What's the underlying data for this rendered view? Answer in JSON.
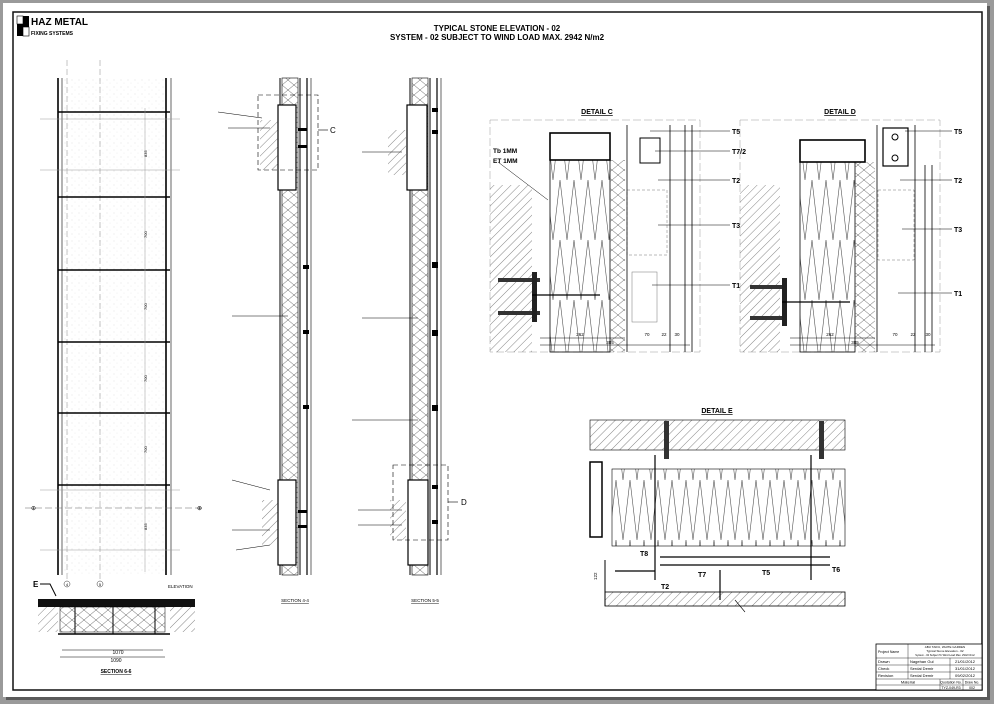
{
  "logo": {
    "name": "HAZ METAL",
    "tagline": "FIXING SYSTEMS"
  },
  "title": {
    "line1": "TYPICAL STONE ELEVATION - 02",
    "line2": "SYSTEM - 02 SUBJECT TO WIND LOAD MAX. 2942 N/m2"
  },
  "elevation": {
    "label": "ELEVATION",
    "grid_markers": [
      "4",
      "5"
    ],
    "dims": [
      "835",
      "700",
      "700",
      "700",
      "700",
      "835"
    ],
    "section_marker": "E"
  },
  "section_4": {
    "label": "SECTION 4-4",
    "callout": "C"
  },
  "section_5": {
    "label": "SECTION 5-5",
    "callout": "D"
  },
  "section_6": {
    "label": "SECTION 6-6",
    "dim_inner": "1070",
    "dim_outer": "1090"
  },
  "detail_c": {
    "title": "DETAIL C",
    "notes": [
      "Tb 1MM",
      "ET 1MM"
    ],
    "tags": [
      "T5",
      "T7/2",
      "T2",
      "T3",
      "T1"
    ],
    "dims": {
      "a": "262",
      "b": "70",
      "c": "22",
      "d": "30",
      "total": "385"
    }
  },
  "detail_d": {
    "title": "DETAIL D",
    "tags": [
      "T5",
      "T2",
      "T3",
      "T1"
    ],
    "dims": {
      "a": "262",
      "b": "70",
      "c": "22",
      "d": "30",
      "total": "385"
    }
  },
  "detail_e": {
    "title": "DETAIL E",
    "tags": [
      "T8",
      "T7",
      "T5",
      "T6",
      "T2"
    ],
    "dim": "122"
  },
  "title_block": {
    "project_name_label": "Project Name",
    "project_lines": [
      "ABU TAIFU, WHITE GARDEN",
      "Typical Stone Elevation - 02",
      "System - 02 Subject To Wind Load Max. 2942 N/m2"
    ],
    "rows": [
      {
        "label": "Drawn",
        "name": "Nagehan Gul",
        "date": "21/01/2012"
      },
      {
        "label": "Check",
        "name": "Serdal Demir",
        "date": "31/01/2012"
      },
      {
        "label": "Revision",
        "name": "Serdal Demir",
        "date": "09/02/2012"
      }
    ],
    "material_label": "Material",
    "quotation_label": "Quotation No.",
    "draw_label": "Draw No.",
    "quotation_no": "TYZ-049-R3",
    "draw_no": "002"
  }
}
